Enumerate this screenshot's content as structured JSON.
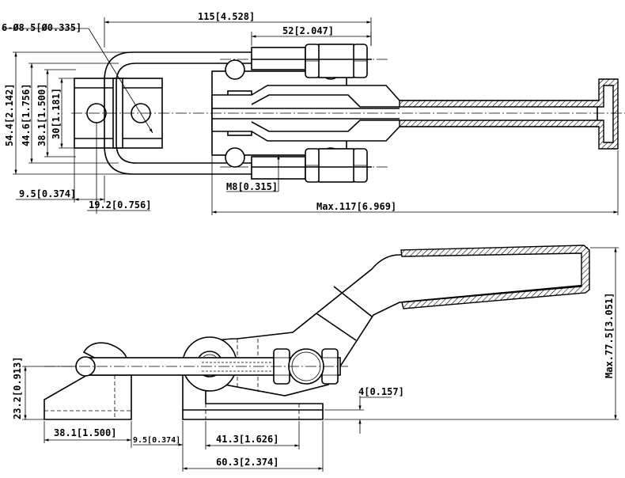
{
  "drawing": {
    "top_view": {
      "dims": {
        "overall_length": "115[4.528]",
        "bolt_spacing": "52[2.047]",
        "holes": "6-Ø8.5[Ø0.335]",
        "height_outer": "54.4[2.142]",
        "height_mid": "44.6[1.756]",
        "height_inner": "38.1[1.500]",
        "height_slot": "30[1.181]",
        "thread": "M8[0.315]",
        "edge_offset": "9.5[0.374]",
        "hole_offset": "19.2[0.756]",
        "max_length": "Max.117[6.969]"
      }
    },
    "side_view": {
      "dims": {
        "keeper_height": "23.2[0.913]",
        "max_height": "Max.77.5[3.051]",
        "offset_4": "4[0.157]",
        "keeper_length": "38.1[1.500]",
        "gap": "9.5[0.374]",
        "base_holes": "41.3[1.626]",
        "base_length": "60.3[2.374]"
      }
    }
  }
}
